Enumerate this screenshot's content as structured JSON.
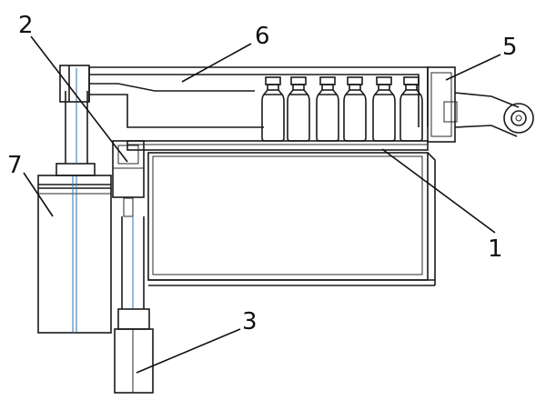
{
  "callouts": [
    {
      "id": "1",
      "label": "1"
    },
    {
      "id": "2",
      "label": "2"
    },
    {
      "id": "3",
      "label": "3"
    },
    {
      "id": "5",
      "label": "5"
    },
    {
      "id": "6",
      "label": "6"
    },
    {
      "id": "7",
      "label": "7"
    }
  ],
  "bottle_count": 6
}
